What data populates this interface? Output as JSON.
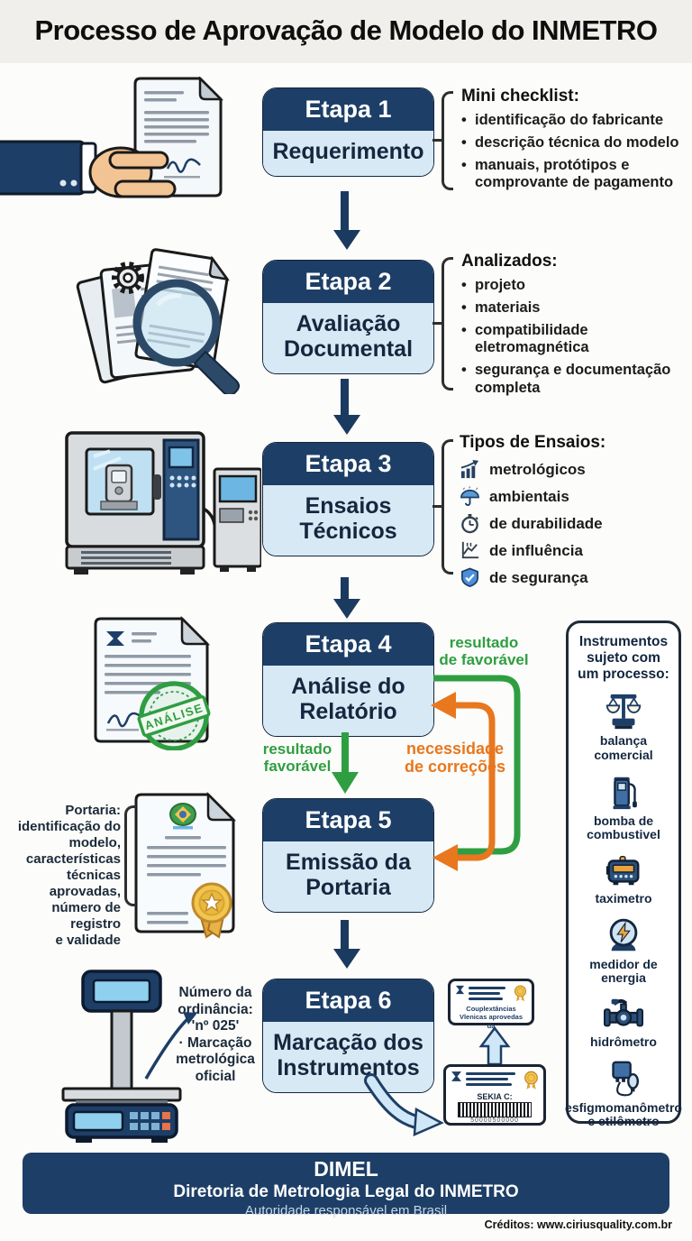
{
  "title": "Processo de Aprovação de Modelo do INMETRO",
  "colors": {
    "navy": "#1d3e66",
    "light_blue": "#d7e9f4",
    "green": "#2f9e41",
    "orange": "#e8771e",
    "gold": "#f2c54f"
  },
  "etapas": [
    {
      "header": "Etapa 1",
      "name": "Requerimento"
    },
    {
      "header": "Etapa 2",
      "name": "Avaliação\nDocumental"
    },
    {
      "header": "Etapa 3",
      "name": "Ensaios\nTécnicos"
    },
    {
      "header": "Etapa 4",
      "name": "Análise do\nRelatório"
    },
    {
      "header": "Etapa 5",
      "name": "Emissão da\nPortaria"
    },
    {
      "header": "Etapa 6",
      "name": "Marcação dos\nInstrumentos"
    }
  ],
  "checklist1": {
    "heading": "Mini checklist:",
    "items": [
      "identificação do fabricante",
      "descrição técnica do modelo",
      "manuais, protótipos e comprovante de pagamento"
    ]
  },
  "checklist2": {
    "heading": "Analizados:",
    "items": [
      "projeto",
      "materiais",
      "compatibilidade eletromagnética",
      "segurança e documentação completa"
    ]
  },
  "ensaios": {
    "heading": "Tipos de Ensaios:",
    "items": [
      {
        "icon": "bar-chart-icon",
        "label": "metrológicos"
      },
      {
        "icon": "umbrella-icon",
        "label": "ambientais"
      },
      {
        "icon": "stopwatch-icon",
        "label": "de durabilidade"
      },
      {
        "icon": "influence-graph-icon",
        "label": "de influência"
      },
      {
        "icon": "shield-check-icon",
        "label": "de segurança"
      }
    ]
  },
  "flow": {
    "green_top": "resultado\nde favorável",
    "green_left": "resultado\nfavorável",
    "orange": "necessidade\nde correções"
  },
  "stamp": "ANÁLISE",
  "portaria_note": "Portaria:\nidentificação do\nmodelo,\ncaracterísticas\ntécnicas aprovadas,\nnúmero de registro\ne validade",
  "etapa6_note": "Número da\nordinância:\n'nº 025'\n· Marcação\nmetrológica\noficial",
  "cards": {
    "top": {
      "text": "Couplextâncias\nVlenicas aprovedas da"
    },
    "bottom": {
      "serial_label": "SEKIA C:",
      "barcode_number": "50000500000"
    }
  },
  "sidebar": {
    "heading": "Instrumentos\nsujeto com\num processo:",
    "items": [
      {
        "icon": "commercial-scale-icon",
        "label": "balança comercial"
      },
      {
        "icon": "fuel-pump-icon",
        "label": "bomba de combustivel"
      },
      {
        "icon": "taximeter-icon",
        "label": "taximetro"
      },
      {
        "icon": "energy-meter-icon",
        "label": "medidor de energia"
      },
      {
        "icon": "water-meter-icon",
        "label": "hidrômetro"
      },
      {
        "icon": "sphygmomanometer-icon",
        "label": "esfigmomanômetro e etilômetro"
      }
    ]
  },
  "footer": {
    "title": "DIMEL",
    "line1": "Diretoria de Metrologia Legal do INMETRO",
    "line2": "Autoridade responsável em Brasil"
  },
  "credits": "Créditos: www.ciriusquality.com.br"
}
